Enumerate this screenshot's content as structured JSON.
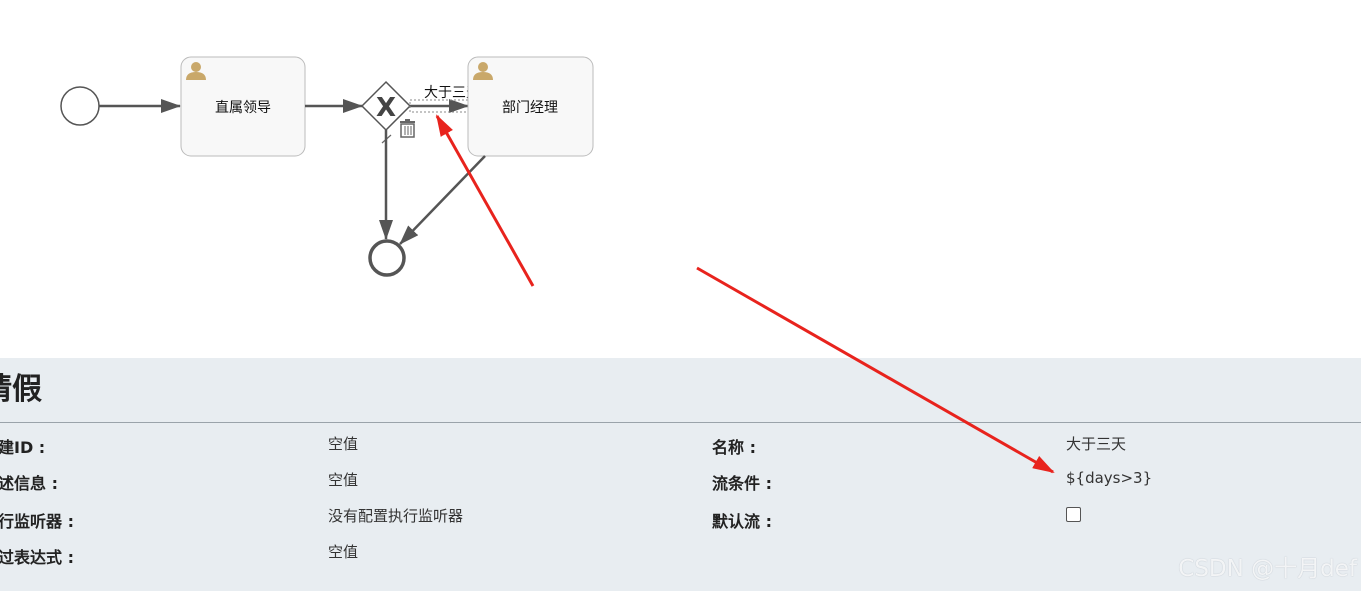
{
  "diagram": {
    "task1_label": "直属领导",
    "task2_label": "部门经理",
    "gateway_symbol": "X",
    "flow_label": "大于三天"
  },
  "properties": {
    "title": "请假",
    "left": [
      {
        "label": "建ID :",
        "value": "空值"
      },
      {
        "label": "述信息 :",
        "value": "空值"
      },
      {
        "label": "行监听器 :",
        "value": "没有配置执行监听器"
      },
      {
        "label": "过表达式 :",
        "value": "空值"
      }
    ],
    "right": [
      {
        "label": "名称 :",
        "value": "大于三天"
      },
      {
        "label": "流条件 :",
        "value": "${days>3}"
      },
      {
        "label": "默认流 :",
        "value": ""
      }
    ]
  },
  "watermark": "CSDN @十月def",
  "colors": {
    "props_background": "#e8edf1",
    "annotation_arrow": "#e8231d",
    "user_icon": "#c9a86a"
  }
}
